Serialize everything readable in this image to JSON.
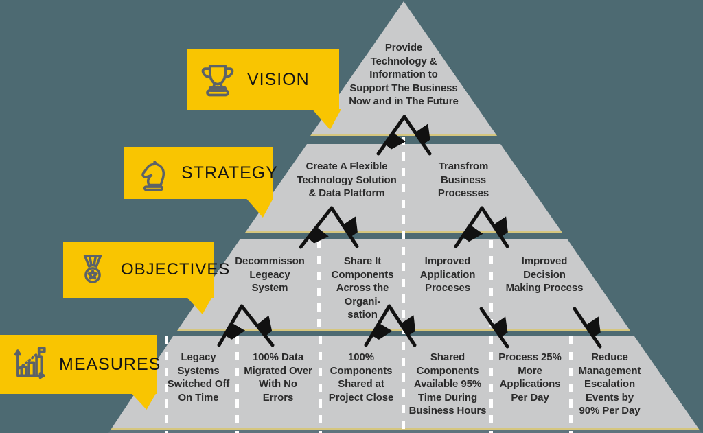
{
  "diagram": {
    "type": "pyramid-hierarchy",
    "colors": {
      "background": "#4D6A72",
      "pyramid": "#C9CACB",
      "label_bubble": "#F9C501",
      "divider": "#FFFFFF",
      "arrow": "#111111",
      "icon_stroke": "#5C6268",
      "band_edge_line": "#D5C67E",
      "base_line": "#5E747D",
      "text": "#2B2B2B"
    },
    "levels": [
      {
        "name": "VISION",
        "icon": "trophy-icon",
        "items": [
          {
            "text": "Provide\nTechnology &\nInformation to\nSupport The Business\nNow and in The Future"
          }
        ]
      },
      {
        "name": "STRATEGY",
        "icon": "chess-knight-icon",
        "items": [
          {
            "text": "Create A Flexible\nTechnology Solution\n& Data Platform"
          },
          {
            "text": "Transfrom\nBusiness\nProcesses"
          }
        ]
      },
      {
        "name": "OBJECTIVES",
        "icon": "medal-icon",
        "items": [
          {
            "text": "Decommisson\nLegeacy\nSystem"
          },
          {
            "text": "Share It\nComponents\nAcross the\nOrgani-\nsation"
          },
          {
            "text": "Improved\nApplication\nProceses"
          },
          {
            "text": "Improved\nDecision\nMaking Process"
          }
        ]
      },
      {
        "name": "MEASURES",
        "icon": "bar-chart-icon",
        "items": [
          {
            "text": "Legacy\nSystems\nSwitched Off\nOn Time"
          },
          {
            "text": "100% Data\nMigrated Over\nWith No\nErrors"
          },
          {
            "text": "100%\nComponents\nShared at\nProject Close"
          },
          {
            "text": "Shared\nComponents\nAvailable 95%\nTime During\nBusiness Hours"
          },
          {
            "text": "Process 25%\nMore\nApplications\nPer Day"
          },
          {
            "text": "Reduce\nManagement\nEscalation\nEvents by\n90% Per Day"
          }
        ]
      }
    ]
  }
}
